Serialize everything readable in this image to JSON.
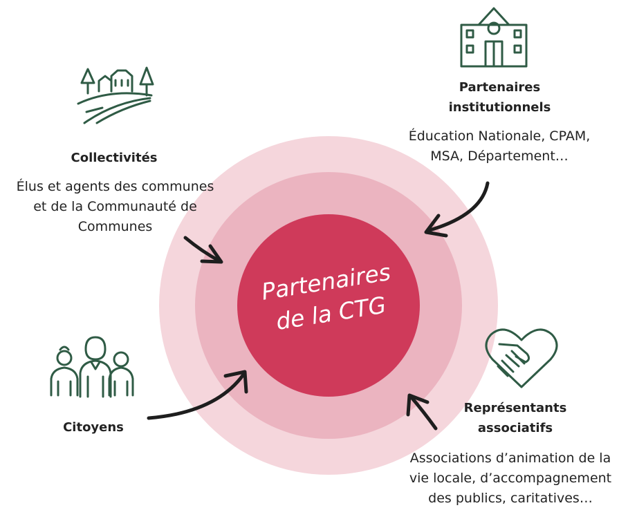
{
  "center": {
    "line1": "Partenaires",
    "line2": "de la CTG"
  },
  "groups": {
    "collectivites": {
      "title": "Collectivités",
      "desc": [
        "Élus et agents des communes",
        "et de la Communauté de",
        "Communes"
      ]
    },
    "institutionnels": {
      "title": [
        "Partenaires",
        "institutionnels"
      ],
      "desc": [
        "Éducation Nationale, CPAM,",
        "MSA, Département…"
      ]
    },
    "citoyens": {
      "title": "Citoyens"
    },
    "associatifs": {
      "title": [
        "Représentants",
        "associatifs"
      ],
      "desc": [
        "Associations d’animation de la",
        "vie locale, d’accompagnement",
        "des publics, caritatives…"
      ]
    }
  },
  "colors": {
    "outer_ring": "#f5d6dc",
    "middle_ring": "#ebb4c0",
    "core": "#cf3a5a",
    "icon_green": "#2f5b45",
    "arrow": "#1e1e1e"
  },
  "icons": [
    "village-icon",
    "building-icon",
    "people-icon",
    "handshake-heart-icon"
  ]
}
